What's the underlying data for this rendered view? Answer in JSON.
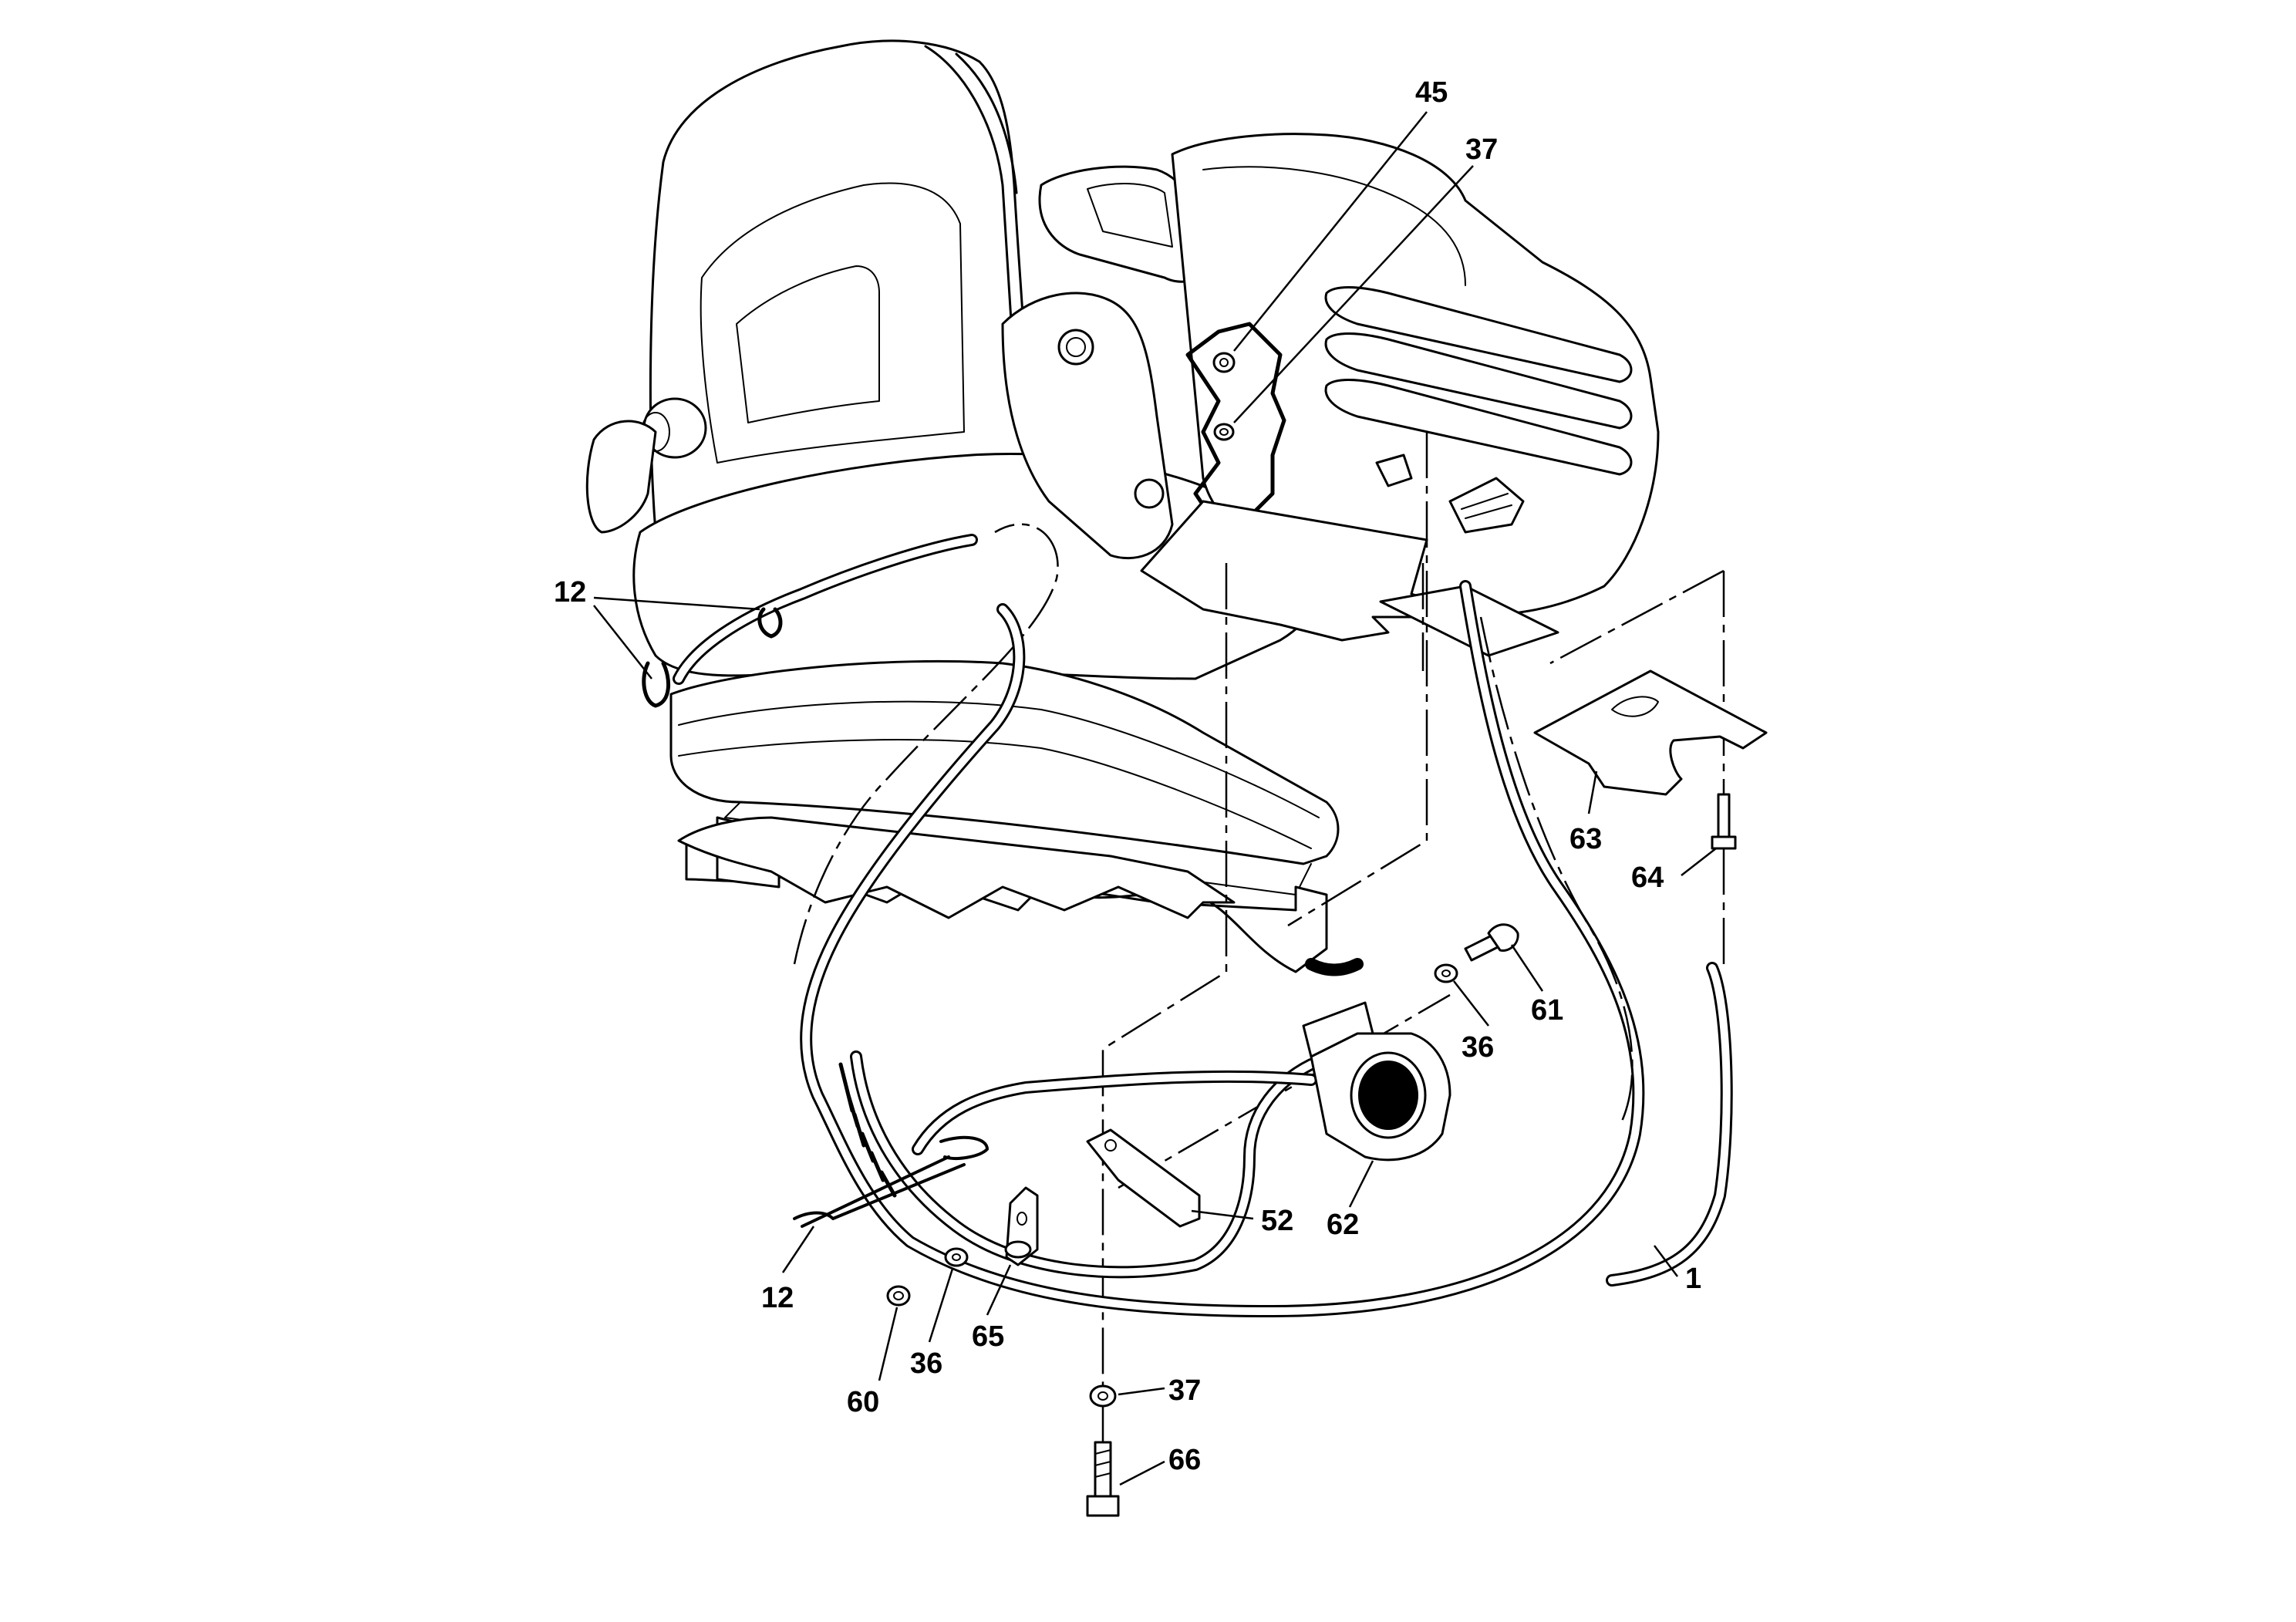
{
  "callouts": {
    "c45": "45",
    "c37_top": "37",
    "c12_upper": "12",
    "c63": "63",
    "c64": "64",
    "c61": "61",
    "c36_right": "36",
    "c52": "52",
    "c62": "62",
    "c1": "1",
    "c12_lower": "12",
    "c65": "65",
    "c36_left": "36",
    "c60": "60",
    "c37_bottom": "37",
    "c66": "66"
  },
  "colors": {
    "line": "#000000",
    "background": "#ffffff"
  }
}
